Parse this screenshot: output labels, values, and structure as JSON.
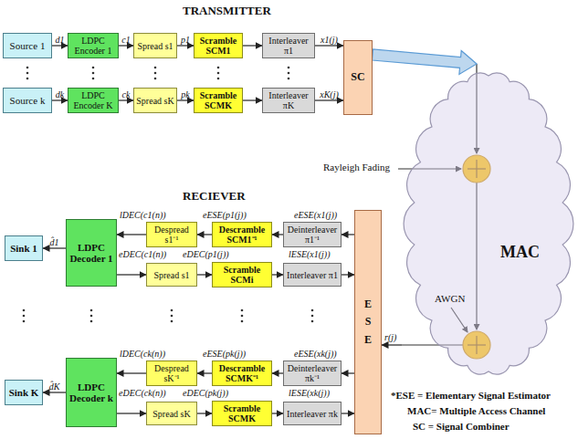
{
  "diagram": {
    "nodes": [
      {
        "text": [
          "Source 1"
        ]
      },
      {
        "text": [
          "LDPC Encoder 1"
        ]
      },
      {
        "text": [
          "Spread s1"
        ]
      },
      {
        "text": [
          "Scramble SCM1"
        ]
      },
      {
        "text": [
          "Interleaver π1"
        ]
      },
      {
        "text": [
          "Source k"
        ]
      },
      {
        "text": [
          "LDPC Encoder K"
        ]
      },
      {
        "text": [
          "Spread sK"
        ]
      },
      {
        "text": [
          "Scramble SCMK"
        ]
      },
      {
        "text": [
          "Interleaver πK"
        ]
      },
      {
        "text": [
          "SC"
        ]
      },
      {
        "text": [
          "MAC"
        ]
      },
      {
        "text": [
          "Sink 1"
        ]
      },
      {
        "text": [
          "LDPC Decoder 1"
        ]
      },
      {
        "text": [
          "Despread s1⁻¹"
        ]
      },
      {
        "text": [
          "Descramble SCM1⁻¹"
        ]
      },
      {
        "text": [
          "Deinterleaver π1⁻¹"
        ]
      },
      {
        "text": [
          "Spread s1"
        ]
      },
      {
        "text": [
          "Scramble SCMi"
        ]
      },
      {
        "text": [
          "Interleaver π1"
        ]
      },
      {
        "text": [
          "Sink K"
        ]
      },
      {
        "text": [
          "LDPC Decoder k"
        ]
      },
      {
        "text": [
          "Despread sK⁻¹"
        ]
      },
      {
        "text": [
          "Descramble SCMK⁻¹"
        ]
      },
      {
        "text": [
          "Deinterleaver πk⁻¹"
        ]
      },
      {
        "text": [
          "Spread sK"
        ]
      },
      {
        "text": [
          "Scramble SCMK"
        ]
      },
      {
        "text": [
          "Interleaver πk"
        ]
      },
      {
        "text": [
          "ESE"
        ]
      }
    ],
    "edges": [
      {
        "from": 0,
        "to": 1,
        "label": "d1",
        "arrow": "to"
      },
      {
        "from": 1,
        "to": 2,
        "label": "c1",
        "arrow": "to"
      },
      {
        "from": 2,
        "to": 3,
        "label": "p1",
        "arrow": "to"
      },
      {
        "from": 3,
        "to": 4,
        "arrow": "to"
      },
      {
        "from": 4,
        "to": 10,
        "label": "x1(j)",
        "arrow": "to"
      },
      {
        "from": 5,
        "to": 6,
        "label": "dk",
        "arrow": "to"
      },
      {
        "from": 6,
        "to": 7,
        "label": "ck",
        "arrow": "to"
      },
      {
        "from": 7,
        "to": 8,
        "label": "pk",
        "arrow": "to"
      },
      {
        "from": 8,
        "to": 9,
        "arrow": "to"
      },
      {
        "from": 9,
        "to": 10,
        "label": "xK(j)",
        "arrow": "to"
      },
      {
        "from": 10,
        "to": 11,
        "arrow": "to"
      },
      {
        "from": 11,
        "to": 28,
        "label": "r(j)",
        "arrow": "to"
      },
      {
        "from": 28,
        "to": 16,
        "label": "eESE(x1(j))",
        "arrow": "to"
      },
      {
        "from": 16,
        "to": 15,
        "arrow": "to"
      },
      {
        "from": 15,
        "to": 14,
        "label": "eESE(p1(j))",
        "arrow": "to"
      },
      {
        "from": 14,
        "to": 13,
        "label": "lDEC(c1(n))",
        "arrow": "to"
      },
      {
        "from": 13,
        "to": 12,
        "label": "d̂1",
        "arrow": "to"
      },
      {
        "from": 13,
        "to": 17,
        "label": "eDEC(c1(n))",
        "arrow": "to"
      },
      {
        "from": 17,
        "to": 18,
        "label": "eDEC(p1(j))",
        "arrow": "to"
      },
      {
        "from": 18,
        "to": 19,
        "arrow": "to"
      },
      {
        "from": 19,
        "to": 28,
        "label": "lESE(x1(j))",
        "arrow": "to"
      },
      {
        "from": 28,
        "to": 24,
        "label": "eESE(xk(j))",
        "arrow": "to"
      },
      {
        "from": 24,
        "to": 23,
        "arrow": "to"
      },
      {
        "from": 23,
        "to": 22,
        "label": "eESE(pk(j))",
        "arrow": "to"
      },
      {
        "from": 22,
        "to": 21,
        "label": "lDEC(ck(n))",
        "arrow": "to"
      },
      {
        "from": 21,
        "to": 20,
        "label": "d̂K",
        "arrow": "to"
      },
      {
        "from": 21,
        "to": 25,
        "label": "eDEC(ck(n))",
        "arrow": "to"
      },
      {
        "from": 25,
        "to": 26,
        "label": "eDEC(pk(j))",
        "arrow": "to"
      },
      {
        "from": 26,
        "to": 27,
        "arrow": "to"
      },
      {
        "from": 27,
        "to": 28,
        "label": "lESE(xk(j))",
        "arrow": "to"
      }
    ],
    "labels": [
      "TRANSMITTER",
      "RECIEVER",
      "Rayleigh Fading",
      "AWGN",
      "*ESE = Elementary Signal Estimator",
      "MAC= Multiple Access Channel",
      "SC = Signal Combiner"
    ]
  }
}
